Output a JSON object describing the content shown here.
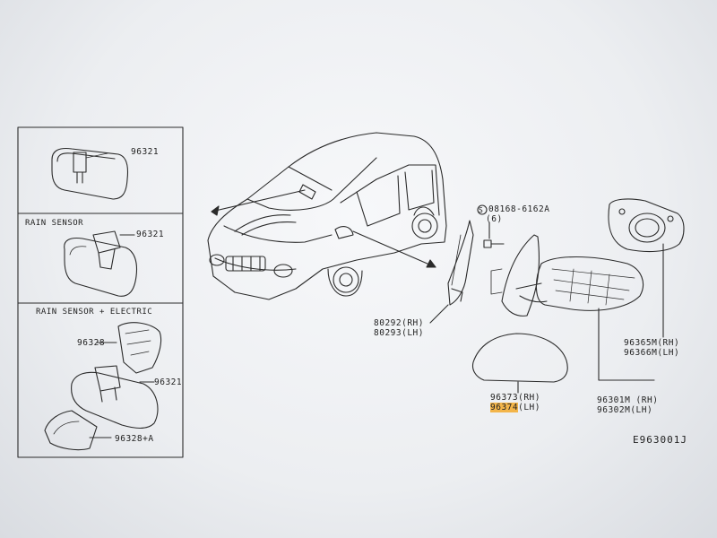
{
  "panels": {
    "panel1": {
      "part": "96321"
    },
    "panel2": {
      "title": "RAIN SENSOR",
      "part": "96321"
    },
    "panel3": {
      "title": "RAIN SENSOR + ELECTRIC",
      "part_top": "96328",
      "part_mid": "96321",
      "part_bottom": "96328+A"
    }
  },
  "parts": {
    "bolt_code": "08168-6162A",
    "bolt_qty": "(6)",
    "bolt_symbol": "S",
    "trim_rh": "80292(RH)",
    "trim_lh": "80293(LH)",
    "cover_rh": "96373(RH)",
    "cover_lh_num": "96374",
    "cover_lh_side": "(LH)",
    "glass_rh": "96365M(RH)",
    "glass_lh": "96366M(LH)",
    "mirror_rh": "96301M (RH)",
    "mirror_lh": "96302M(LH)"
  },
  "diagram_code": "E963001J",
  "colors": {
    "highlight": "#f3b54a",
    "ink": "#2a2a2a",
    "background": "#f2f3f5"
  }
}
